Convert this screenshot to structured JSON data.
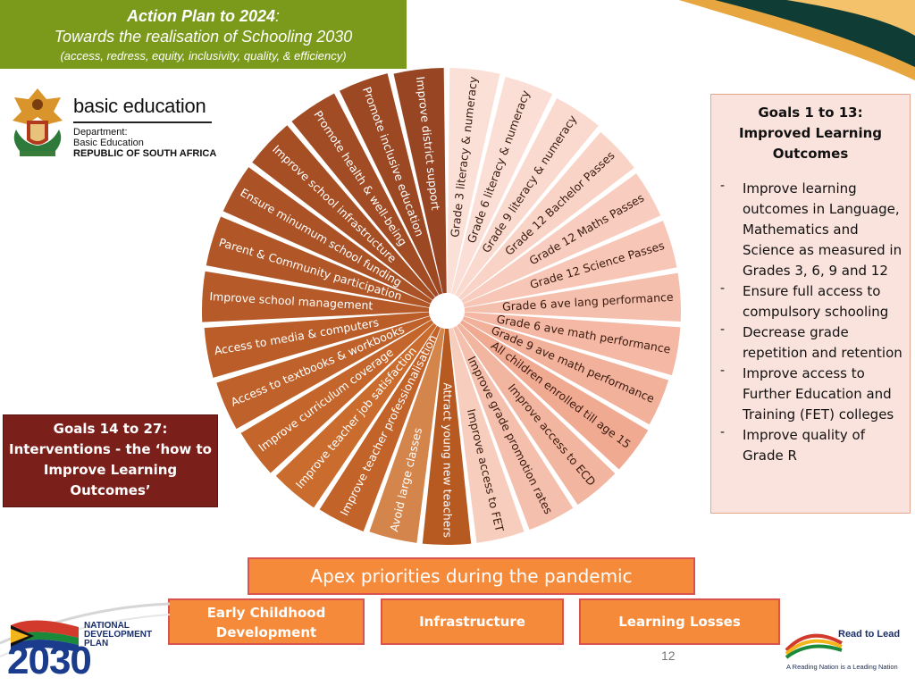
{
  "header": {
    "title_line1": "Action Plan to 2024",
    "title_colon": ":",
    "title_line2": "Towards the realisation of Schooling 2030",
    "title_line3": "(access, redress, equity, inclusivity, quality, & efficiency)"
  },
  "department": {
    "name": "basic education",
    "line1": "Department:",
    "line2": "Basic Education",
    "line3": "REPUBLIC OF SOUTH AFRICA"
  },
  "wheel": {
    "segments": [
      {
        "label": "Grade 3 literacy & numeracy",
        "color": "#fbe0d8"
      },
      {
        "label": "Grade 6 literacy & numeracy",
        "color": "#fbdfd6"
      },
      {
        "label": "Grade 9 literacy & numeracy",
        "color": "#fad9cf"
      },
      {
        "label": "Grade 12 Bachelor Passes",
        "color": "#f9d3c6"
      },
      {
        "label": "Grade 12 Maths Passes",
        "color": "#f8cdbf"
      },
      {
        "label": "Grade 12 Science Passes",
        "color": "#f7c6b6"
      },
      {
        "label": "Grade 6 ave lang performance",
        "color": "#f5bfad"
      },
      {
        "label": "Grade 6 ave math performance",
        "color": "#f4b8a4"
      },
      {
        "label": "Grade 9 ave math performance",
        "color": "#f2b19b"
      },
      {
        "label": "All children enrolled till age 15",
        "color": "#f0aa92"
      },
      {
        "label": "Improve access to ECD",
        "color": "#f2b5a0"
      },
      {
        "label": "Improve grade promotion rates",
        "color": "#f4bfac"
      },
      {
        "label": "Improve access to FET",
        "color": "#f7cebd"
      },
      {
        "label": "Attract young new teachers",
        "color": "#b65a22"
      },
      {
        "label": "Avoid large classes",
        "color": "#d4854c"
      },
      {
        "label": "Improve teacher professionalisation",
        "color": "#c2632a"
      },
      {
        "label": "Improve teacher job satisfaction",
        "color": "#c96c2d"
      },
      {
        "label": "Improve curriculum coverage",
        "color": "#c4662b"
      },
      {
        "label": "Access to textbooks & workbooks",
        "color": "#bf612a"
      },
      {
        "label": "Access to media & computers",
        "color": "#ba5d29"
      },
      {
        "label": "Improve school management",
        "color": "#b55a28"
      },
      {
        "label": "Parent & Community participation",
        "color": "#b05627"
      },
      {
        "label": "Ensure minumum school funding",
        "color": "#ab5326"
      },
      {
        "label": "Improve school infrastructure",
        "color": "#a64f25"
      },
      {
        "label": "Promote health & well-being",
        "color": "#a14c24"
      },
      {
        "label": "Promote inclusive education",
        "color": "#9c4823"
      },
      {
        "label": "Improve district support",
        "color": "#974522"
      }
    ]
  },
  "goals_right": {
    "heading1": "Goals 1 to 13:",
    "heading2": "Improved Learning",
    "heading3": "Outcomes",
    "items": [
      "Improve learning outcomes in Language, Mathematics and Science as measured in Grades 3, 6, 9 and 12",
      "Ensure full access to compulsory schooling",
      "Decrease grade repetition and retention",
      "Improve access to Further Education and Training (FET) colleges",
      "Improve quality of Grade R"
    ]
  },
  "goals_left": {
    "line1": "Goals 14 to 27:",
    "line2": "Interventions - the ‘how to",
    "line3": "Improve Learning",
    "line4": "Outcomes’"
  },
  "apex": {
    "title": "Apex priorities during the pandemic",
    "ecd": "Early Childhood Development",
    "infrastructure": "Infrastructure",
    "learning_losses": "Learning Losses"
  },
  "footer": {
    "page_number": "12",
    "ndp_line1": "NATIONAL",
    "ndp_line2": "DEVELOPMENT",
    "ndp_line3": "PLAN",
    "ndp_year": "2030",
    "rtl_title": "Read to Lead",
    "rtl_tagline": "A Reading Nation is a Leading Nation"
  }
}
